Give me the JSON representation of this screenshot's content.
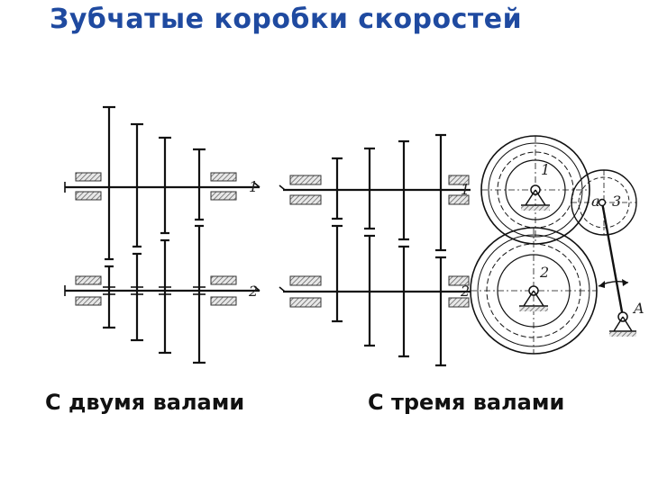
{
  "slide": {
    "title": "Зубчатые коробки скоростей",
    "title_color": "#1f4aa0",
    "captions": {
      "two_shafts": "С двумя валами",
      "three_shafts": "С тремя валами"
    }
  },
  "diagram": {
    "left": {
      "shaft_labels": [
        "1",
        "2"
      ]
    },
    "right": {
      "shaft_labels": [
        "1",
        "2"
      ],
      "gear_labels": [
        "1",
        "2",
        "3"
      ],
      "pivot_labels": [
        "a",
        "A"
      ]
    }
  }
}
